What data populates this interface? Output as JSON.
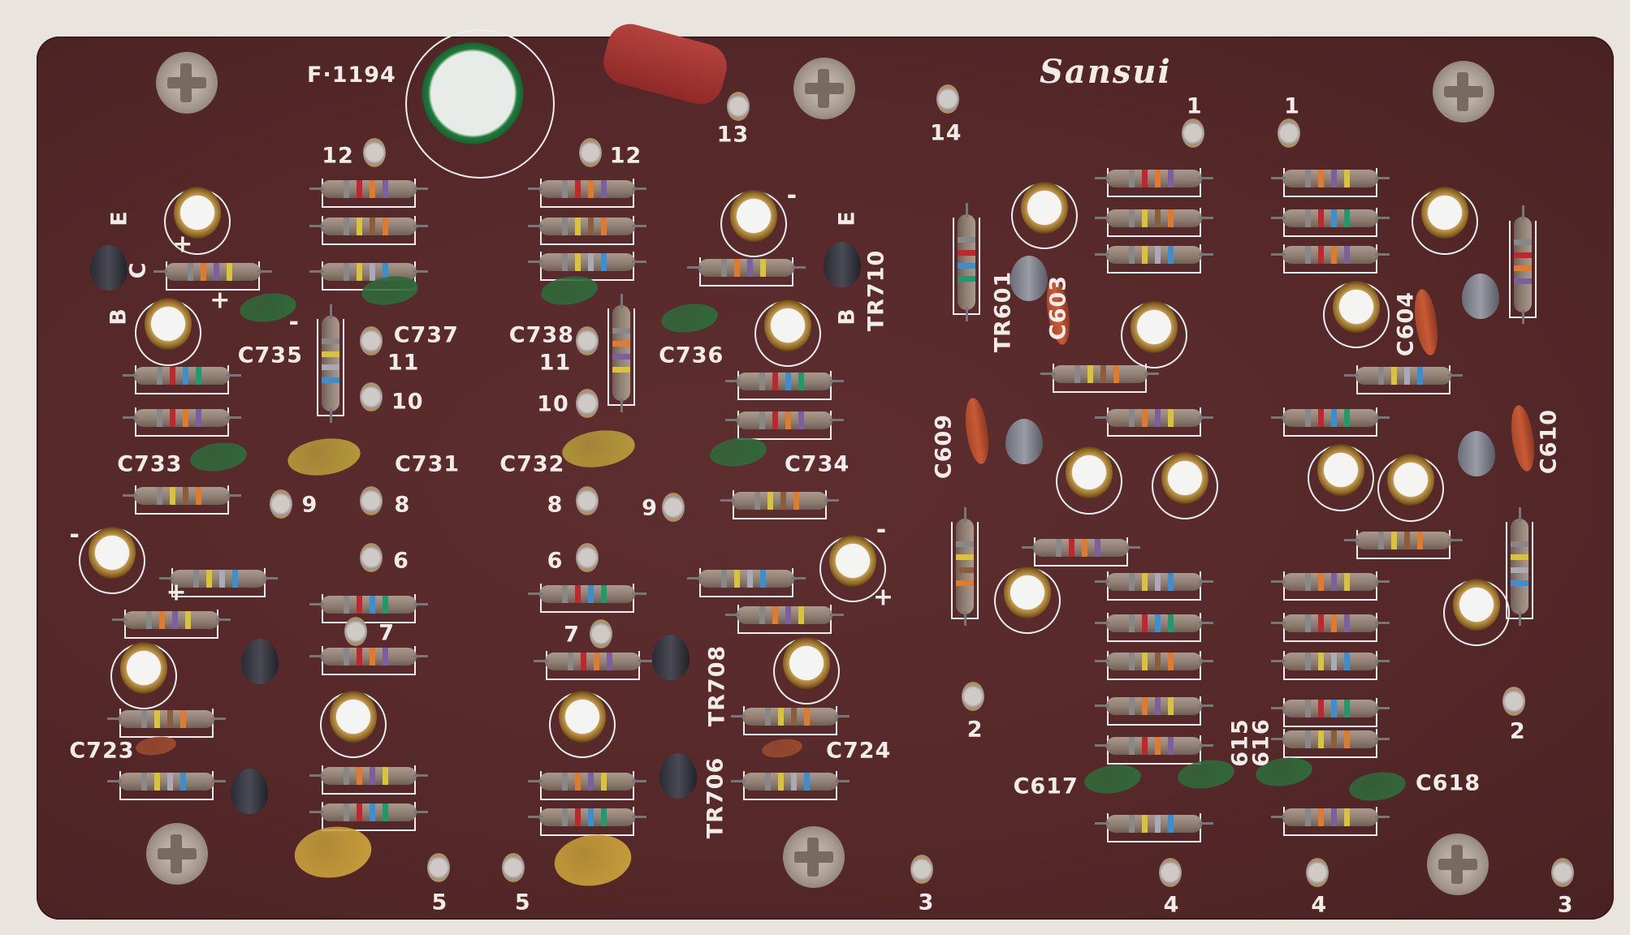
{
  "board": {
    "part_number": "F·1194",
    "brand_logo": "Sansui",
    "labels": [
      "13",
      "14",
      "1",
      "1",
      "12",
      "12",
      "C737",
      "C735",
      "11",
      "10",
      "C738",
      "C736",
      "11",
      "10",
      "C733",
      "C731",
      "C732",
      "C734",
      "9",
      "8",
      "8",
      "9",
      "6",
      "6",
      "7",
      "7",
      "C723",
      "C724",
      "5",
      "5",
      "3",
      "4",
      "4",
      "3",
      "2",
      "2",
      "C617",
      "C618",
      "615",
      "616",
      "TR710",
      "TR708",
      "TR706",
      "TR601",
      "C603",
      "C609",
      "C610",
      "C604",
      "E",
      "B",
      "C",
      "E",
      "B",
      "+",
      "+",
      "-",
      "-",
      "+",
      "-",
      "+",
      "-"
    ]
  },
  "colors": {
    "board": "#552829",
    "silkscreen": "#f1ece8"
  }
}
